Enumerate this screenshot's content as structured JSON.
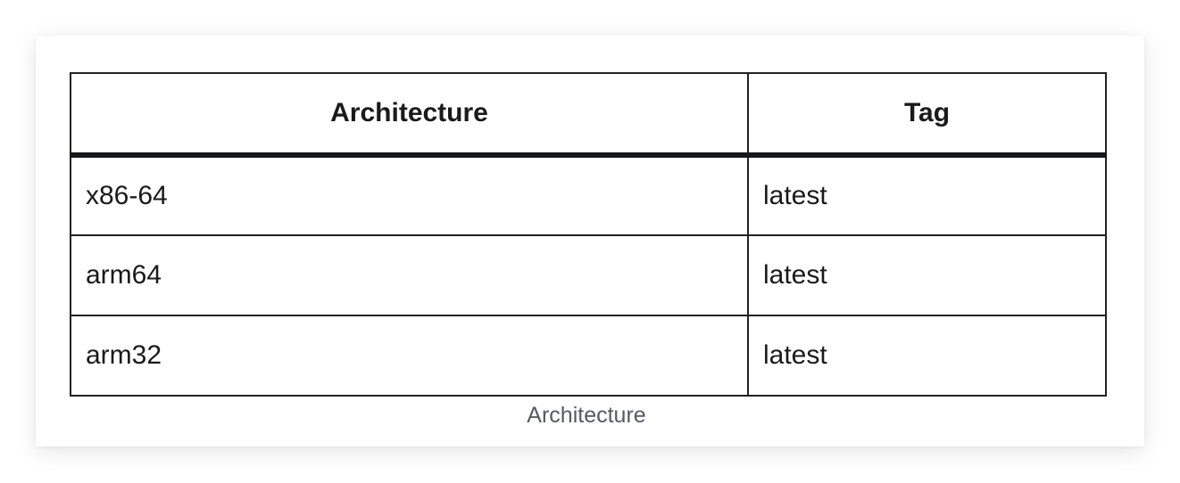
{
  "table": {
    "headers": [
      "Architecture",
      "Tag"
    ],
    "rows": [
      [
        "x86-64",
        "latest"
      ],
      [
        "arm64",
        "latest"
      ],
      [
        "arm32",
        "latest"
      ]
    ],
    "caption": "Architecture"
  }
}
